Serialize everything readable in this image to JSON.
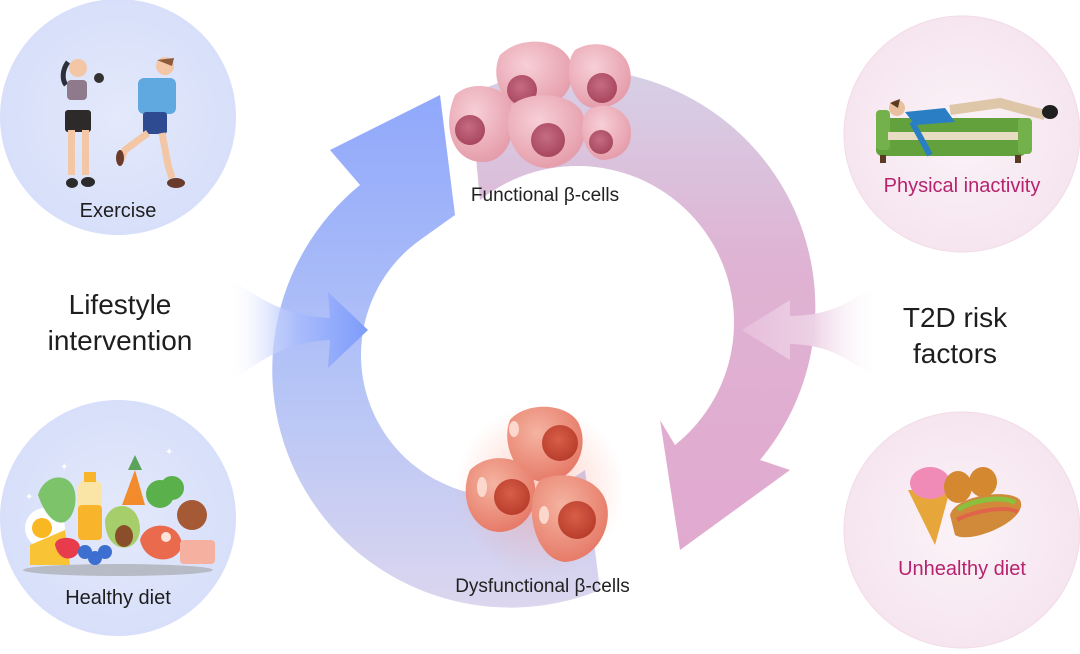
{
  "diagram": {
    "center_cycle": {
      "top_label": "Functional β-cells",
      "bottom_label": "Dysfunctional β-cells"
    },
    "left": {
      "title_line1": "Lifestyle",
      "title_line2": "intervention",
      "panels": [
        {
          "label": "Exercise",
          "icon": "exercise-people-icon"
        },
        {
          "label": "Healthy diet",
          "icon": "healthy-food-icon"
        }
      ]
    },
    "right": {
      "title_line1": "T2D risk",
      "title_line2": "factors",
      "panels": [
        {
          "label": "Physical inactivity",
          "icon": "person-on-couch-icon"
        },
        {
          "label": "Unhealthy diet",
          "icon": "junk-food-icon"
        }
      ]
    },
    "colors": {
      "blue_accent": "#7f9cfb",
      "pink_accent": "#d99ac4",
      "risk_text": "#b5236e",
      "healthy_text": "#1e1e1e"
    }
  }
}
